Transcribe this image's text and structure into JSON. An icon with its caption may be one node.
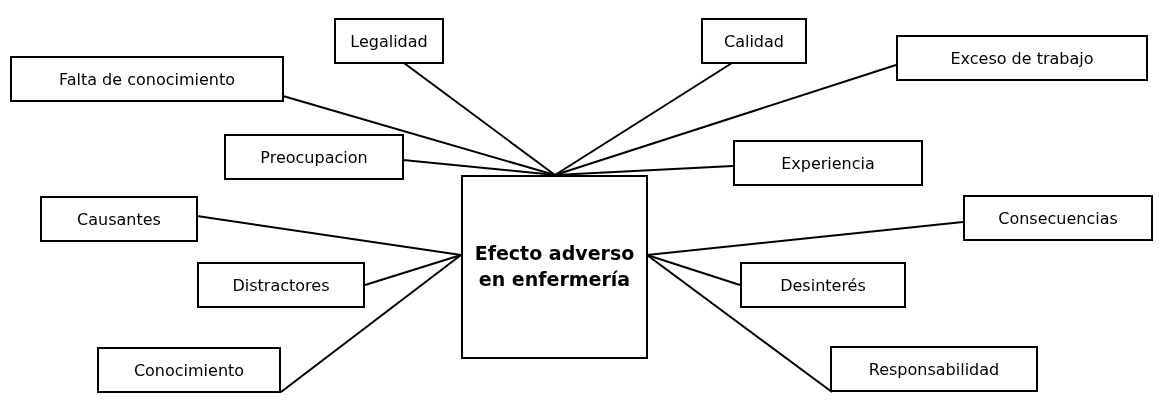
{
  "diagram": {
    "nodes": [
      {
        "text": [
          "Legalidad"
        ]
      },
      {
        "text": [
          "Calidad"
        ]
      },
      {
        "text": [
          "Exceso de trabajo"
        ]
      },
      {
        "text": [
          "Falta de conocimiento"
        ]
      },
      {
        "text": [
          "Preocupacion"
        ]
      },
      {
        "text": [
          "Experiencia"
        ]
      },
      {
        "text": [
          "Efecto adverso en enfermería"
        ]
      },
      {
        "text": [
          "Consecuencias"
        ]
      },
      {
        "text": [
          "Causantes"
        ]
      },
      {
        "text": [
          "Distractores"
        ]
      },
      {
        "text": [
          "Desinterés"
        ]
      },
      {
        "text": [
          "Conocimiento"
        ]
      },
      {
        "text": [
          "Responsabilidad"
        ]
      }
    ],
    "edges": [
      {
        "from": 6,
        "to": 3,
        "arrow": "none"
      },
      {
        "from": 6,
        "to": 0,
        "arrow": "none"
      },
      {
        "from": 6,
        "to": 4,
        "arrow": "none"
      },
      {
        "from": 6,
        "to": 1,
        "arrow": "none"
      },
      {
        "from": 6,
        "to": 2,
        "arrow": "none"
      },
      {
        "from": 6,
        "to": 5,
        "arrow": "none"
      },
      {
        "from": 6,
        "to": 8,
        "arrow": "none"
      },
      {
        "from": 6,
        "to": 9,
        "arrow": "none"
      },
      {
        "from": 6,
        "to": 11,
        "arrow": "none"
      },
      {
        "from": 6,
        "to": 7,
        "arrow": "none"
      },
      {
        "from": 6,
        "to": 10,
        "arrow": "none"
      },
      {
        "from": 6,
        "to": 12,
        "arrow": "none"
      }
    ]
  }
}
